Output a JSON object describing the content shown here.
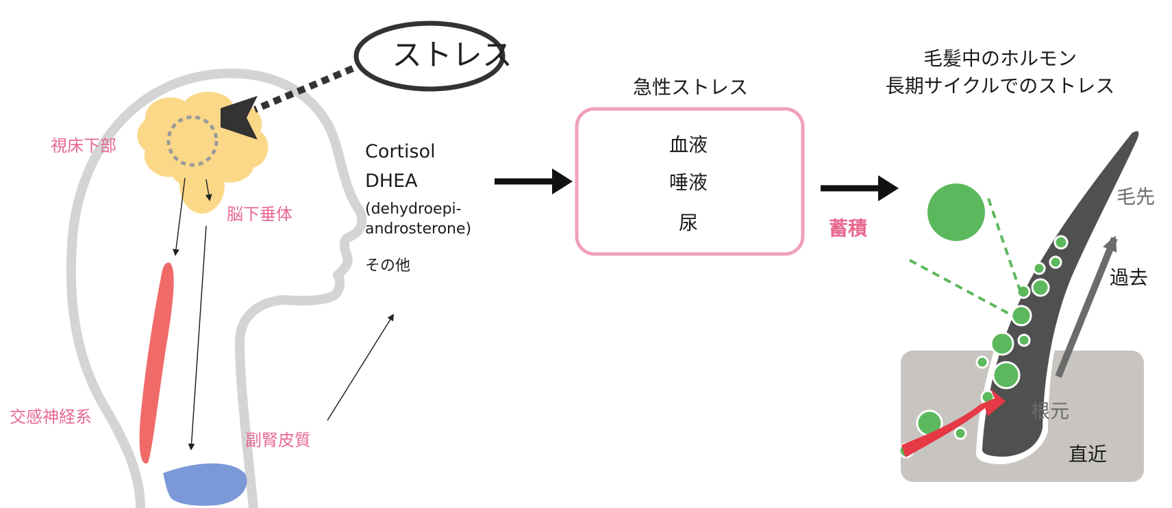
{
  "stress_label": "ストレス",
  "brain_labels": {
    "hypothalamus": "視床下部",
    "pituitary": "脳下垂体",
    "sympathetic": "交感神経系",
    "adrenal_cortex": "副腎皮質"
  },
  "hormones": {
    "cortisol": "Cortisol",
    "dhea": "DHEA",
    "dhea_full_1": "(dehydroepi-",
    "dhea_full_2": "androsterone)",
    "other": "その他"
  },
  "acute": {
    "title": "急性ストレス",
    "items": [
      "血液",
      "唾液",
      "尿"
    ]
  },
  "accumulate_label": "蓄積",
  "hair": {
    "title_line1": "毛髪中のホルモン",
    "title_line2": "長期サイクルでのストレス",
    "tip": "毛先",
    "past": "過去",
    "root": "根元",
    "recent": "直近"
  },
  "colors": {
    "pink": "#e8688f",
    "gland": "#fad888",
    "nerve": "#f06a68",
    "adrenal": "#7b98d8",
    "green": "#5cb85c",
    "hair": "#505050",
    "skin": "#c8c5c1",
    "head_outline": "#d4d4d4"
  }
}
